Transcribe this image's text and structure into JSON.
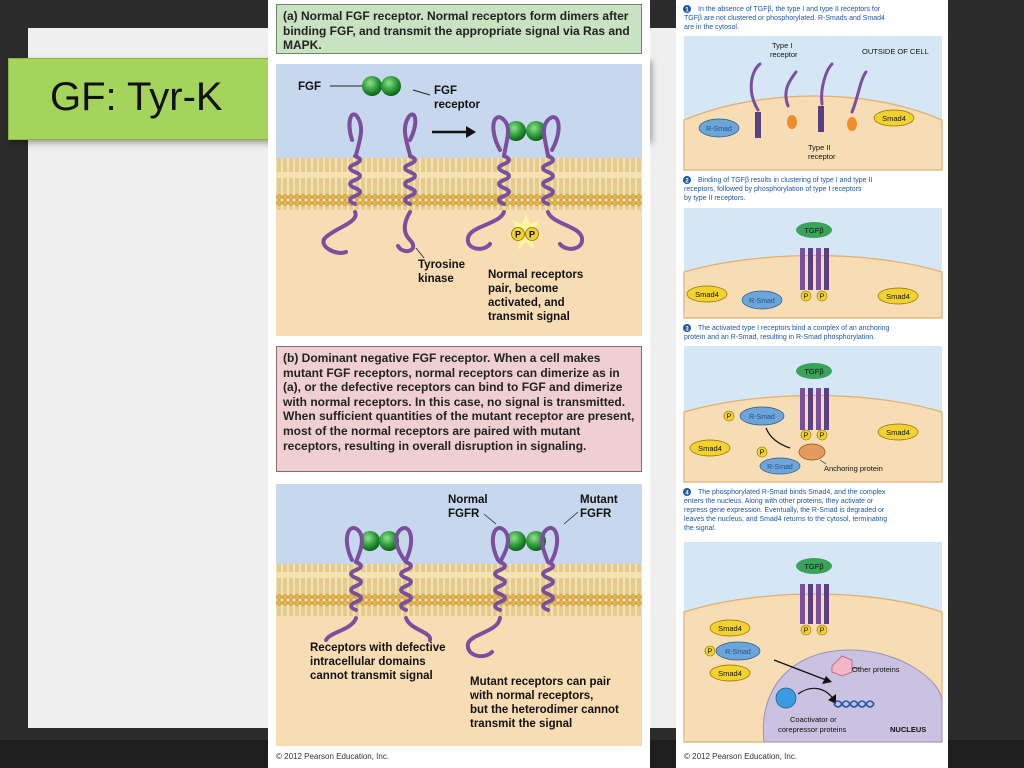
{
  "slide": {
    "title": "GF: Tyr-K"
  },
  "panel_a": {
    "caption_lead": "(a) Normal FGF receptor.",
    "caption_body": " Normal receptors form dimers after binding FGF, and transmit the appropriate signal via Ras and MAPK.",
    "label_fgf": "FGF",
    "label_fgf_receptor_1": "FGF",
    "label_fgf_receptor_2": "receptor",
    "label_tyrosine_1": "Tyrosine",
    "label_tyrosine_2": "kinase",
    "label_normal_1": "Normal receptors",
    "label_normal_2": "pair, become",
    "label_normal_3": "activated, and",
    "label_normal_4": "transmit signal",
    "phospho": "P"
  },
  "panel_b": {
    "caption_lead": "(b) Dominant negative FGF receptor.",
    "caption_body": " When a cell makes mutant FGF receptors, normal receptors can dimerize as in (a), or the defective receptors can bind to FGF and dimerize with normal receptors. In this case, no signal is transmitted. When sufficient quantities of the mutant receptor are present, most of the normal receptors are paired with mutant receptors, resulting in overall disruption in signaling.",
    "label_normal_1": "Normal",
    "label_normal_2": "FGFR",
    "label_mutant_1": "Mutant",
    "label_mutant_2": "FGFR",
    "label_defective_1": "Receptors with defective",
    "label_defective_2": "intracellular domains",
    "label_defective_3": "cannot transmit signal",
    "label_pair_1": "Mutant receptors can pair",
    "label_pair_2": "with normal receptors,",
    "label_pair_3": "but the heterodimer cannot",
    "label_pair_4": "transmit the signal"
  },
  "copyright_left": "© 2012 Pearson Education, Inc.",
  "copyright_right": "© 2012 Pearson Education, Inc.",
  "tgf": {
    "step1_num": "1",
    "step1_lines": [
      "In the absence of TGFβ, the type I and type II receptors for",
      "TGFβ are not clustered or phosphorylated. R-Smads and Smad4",
      "are in the cytosol."
    ],
    "label_type1_1": "Type I",
    "label_type1_2": "receptor",
    "label_outside": "OUTSIDE OF CELL",
    "label_type2_1": "Type II",
    "label_type2_2": "receptor",
    "step2_num": "2",
    "step2_lines": [
      "Binding of TGFβ results in clustering of type I and type II",
      "receptors, followed by phosphorylation of type I receptors",
      "by type II receptors."
    ],
    "step3_num": "3",
    "step3_lines": [
      "The activated type I receptors bind a complex of an anchoring",
      "protein and an R-Smad, resulting in R-Smad phosphorylation."
    ],
    "label_anchoring": "Anchoring protein",
    "step4_num": "4",
    "step4_lines": [
      "The phosphorylated R-Smad binds Smad4, and the complex",
      "enters the nucleus. Along with other proteins, they activate or",
      "repress gene expression. Eventually, the R-Smad is degraded or",
      "leaves the nucleus, and Smad4 returns to the cytosol, terminating",
      "the signal."
    ],
    "label_other": "Other proteins",
    "label_coact_1": "Coactivator or",
    "label_coact_2": "corepressor proteins",
    "label_nucleus": "NUCLEUS",
    "rsmad": "R-Smad",
    "smad4": "Smad4",
    "tgfb": "TGFβ",
    "p": "P"
  }
}
